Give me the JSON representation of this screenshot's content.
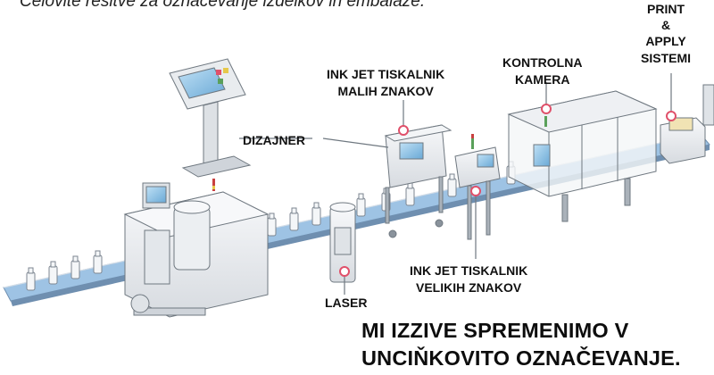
{
  "tagline": "Celovite rešitve za označevanje izdelkov in embalaže.",
  "labels": {
    "dizajner": "DIZAJNER",
    "inkjet_small": [
      "INK JET TISKALNIK",
      "MALIH ZNAKOV"
    ],
    "camera": [
      "KONTROLNA",
      "KAMERA"
    ],
    "print_apply": [
      "PRINT",
      "&",
      "APPLY",
      "SISTEMI"
    ],
    "inkjet_large": [
      "INK JET TISKALNIK",
      "VELIKIH ZNAKOV"
    ],
    "laser": "LASER"
  },
  "slogan": [
    "MI IZZIVE SPREMENIMO V",
    "UNCIŇKOVITO OZNAČEVANJE."
  ],
  "colors": {
    "marker": "#e0506a",
    "conveyor": "#9ec3e4",
    "screen": "#8ec2e6",
    "machine": "#eef0f3",
    "outline": "#6f7880"
  }
}
